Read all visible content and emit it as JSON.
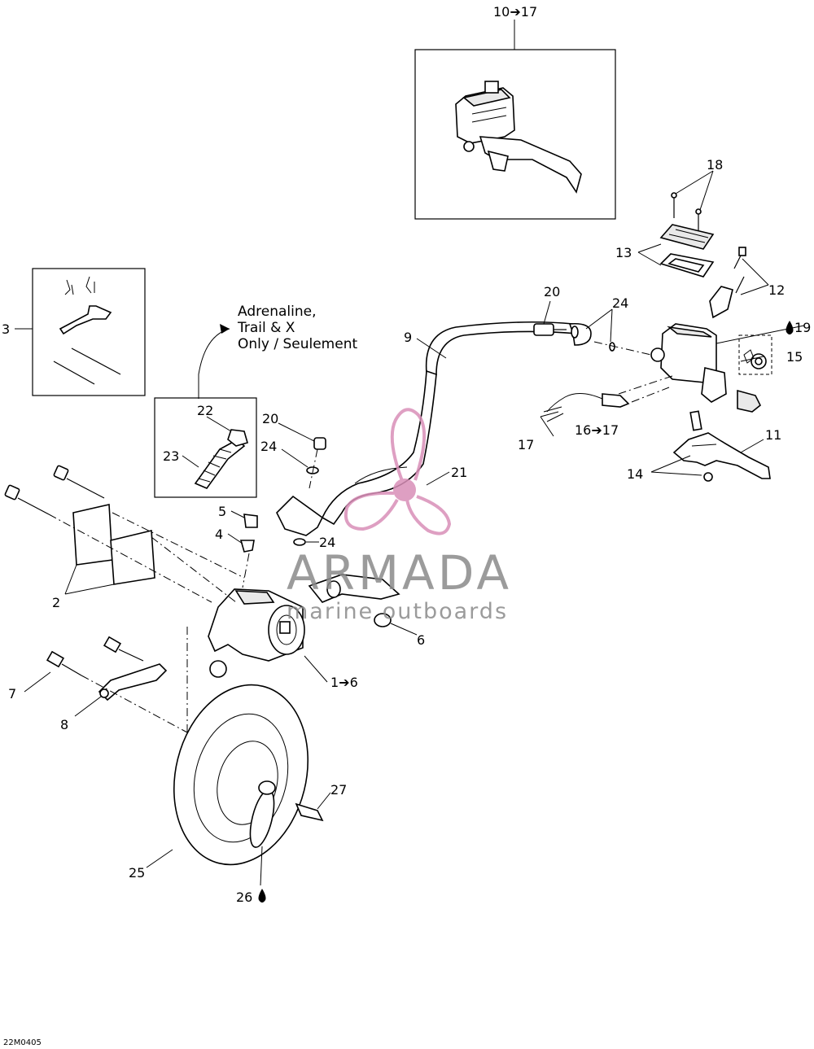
{
  "callouts": [
    {
      "id": "c10-17",
      "text": "10➔17"
    },
    {
      "id": "c18",
      "text": "18"
    },
    {
      "id": "c13",
      "text": "13"
    },
    {
      "id": "c12",
      "text": "12"
    },
    {
      "id": "c20a",
      "text": "20"
    },
    {
      "id": "c24a",
      "text": "24"
    },
    {
      "id": "c19",
      "text": "19"
    },
    {
      "id": "c15",
      "text": "15"
    },
    {
      "id": "c9",
      "text": "9"
    },
    {
      "id": "c3",
      "text": "3"
    },
    {
      "id": "c16-17",
      "text": "16➔17"
    },
    {
      "id": "c17",
      "text": "17"
    },
    {
      "id": "c11",
      "text": "11"
    },
    {
      "id": "c14",
      "text": "14"
    },
    {
      "id": "c22",
      "text": "22"
    },
    {
      "id": "c23",
      "text": "23"
    },
    {
      "id": "c20b",
      "text": "20"
    },
    {
      "id": "c24b",
      "text": "24"
    },
    {
      "id": "c21",
      "text": "21"
    },
    {
      "id": "c5",
      "text": "5"
    },
    {
      "id": "c4",
      "text": "4"
    },
    {
      "id": "c24c",
      "text": "24"
    },
    {
      "id": "c2",
      "text": "2"
    },
    {
      "id": "c6",
      "text": "6"
    },
    {
      "id": "c1-6",
      "text": "1➔6"
    },
    {
      "id": "c7",
      "text": "7"
    },
    {
      "id": "c8",
      "text": "8"
    },
    {
      "id": "c27",
      "text": "27"
    },
    {
      "id": "c25",
      "text": "25"
    },
    {
      "id": "c26",
      "text": "26"
    }
  ],
  "note_lines": [
    "Adrenaline,",
    "Trail & X",
    "Only / Seulement"
  ],
  "drawing_code": "22M0405",
  "watermark": {
    "brand": "ARMADA",
    "tagline": "marine outboards",
    "color": "#d98fb8"
  }
}
